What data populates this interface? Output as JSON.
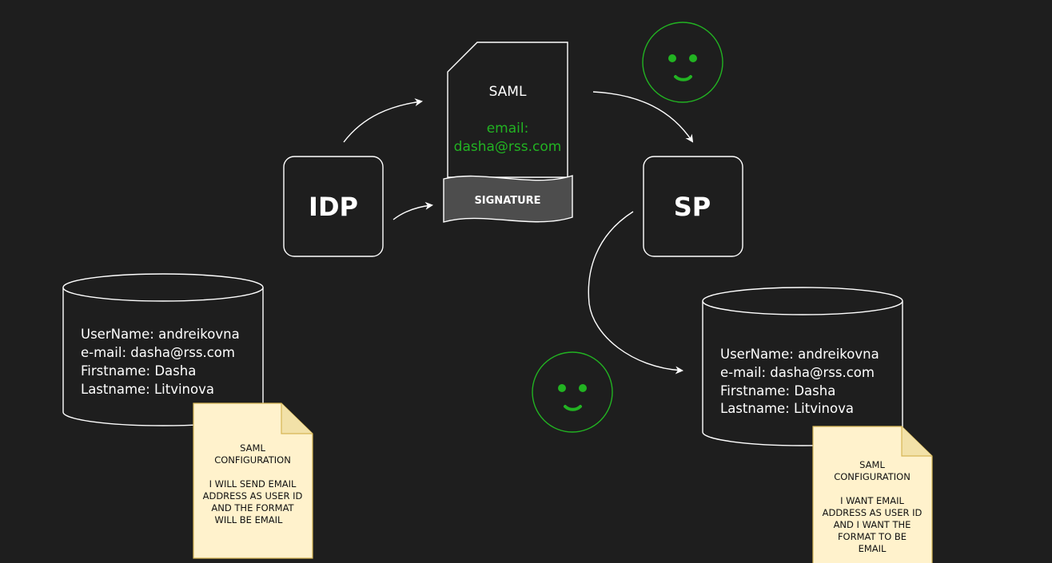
{
  "colors": {
    "background": "#1e1e1e",
    "stroke": "#ffffff",
    "green": "#22b322",
    "note_fill": "#fff2cc",
    "note_stroke": "#d6b656",
    "signature_fill": "#4d4d4d"
  },
  "idp": {
    "label": "IDP"
  },
  "sp": {
    "label": "SP"
  },
  "saml_doc": {
    "title": "SAML",
    "email_label": "email:",
    "email_value": "dasha@rss.com",
    "signature": "SIGNATURE"
  },
  "idp_db": {
    "lines": [
      "UserName: andreikovna",
      "e-mail: dasha@rss.com",
      "Firstname: Dasha",
      "Lastname: Litvinova"
    ]
  },
  "sp_db": {
    "lines": [
      "UserName: andreikovna",
      "e-mail: dasha@rss.com",
      "Firstname: Dasha",
      "Lastname: Litvinova"
    ]
  },
  "idp_note": {
    "lines": [
      "SAML",
      "CONFIGURATION",
      "",
      "I WILL SEND EMAIL",
      "ADDRESS AS USER ID",
      "AND THE FORMAT",
      "WILL BE EMAIL"
    ]
  },
  "sp_note": {
    "lines": [
      "SAML",
      "CONFIGURATION",
      "",
      "I WANT EMAIL",
      "ADDRESS AS USER ID",
      "AND I WANT THE",
      "FORMAT TO BE",
      "EMAIL"
    ]
  },
  "icons": {
    "smiley_top": "smiley-face-icon",
    "smiley_bottom": "smiley-face-icon"
  }
}
